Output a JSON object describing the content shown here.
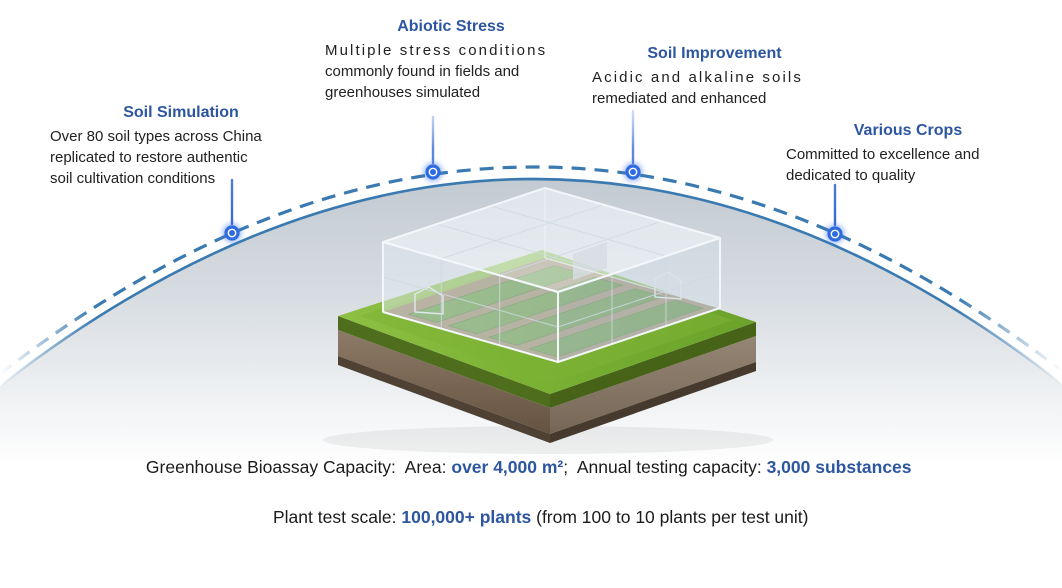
{
  "colors": {
    "accent_blue": "#2d56a0",
    "arc_blue": "#3a7ab0",
    "dot_blue": "#2f6be0",
    "dome_gray": "#c3cbd3",
    "grass_green": "#79b133",
    "soil_brown": "#7d6a59"
  },
  "callouts": [
    {
      "title": "Soil Simulation",
      "lines": [
        "Over 80 soil types across China",
        "replicated to restore authentic",
        "soil cultivation conditions"
      ]
    },
    {
      "title": "Abiotic Stress",
      "lines": [
        "Multiple stress conditions",
        "commonly found in fields and",
        "greenhouses simulated"
      ]
    },
    {
      "title": "Soil Improvement",
      "lines": [
        "Acidic and alkaline soils",
        "remediated and enhanced"
      ]
    },
    {
      "title": "Various Crops",
      "lines": [
        "Committed to excellence and",
        "dedicated to quality"
      ]
    }
  ],
  "capacity_line": {
    "prefix": "Greenhouse Bioassay Capacity:  Area: ",
    "area_value": "over 4,000 m²",
    "separator": ";  Annual testing capacity: ",
    "annual_value": "3,000 substances"
  },
  "plant_line": {
    "prefix": "Plant test scale: ",
    "value": "100,000+ plants",
    "suffix": " (from 100 to 10 plants per test unit)"
  }
}
